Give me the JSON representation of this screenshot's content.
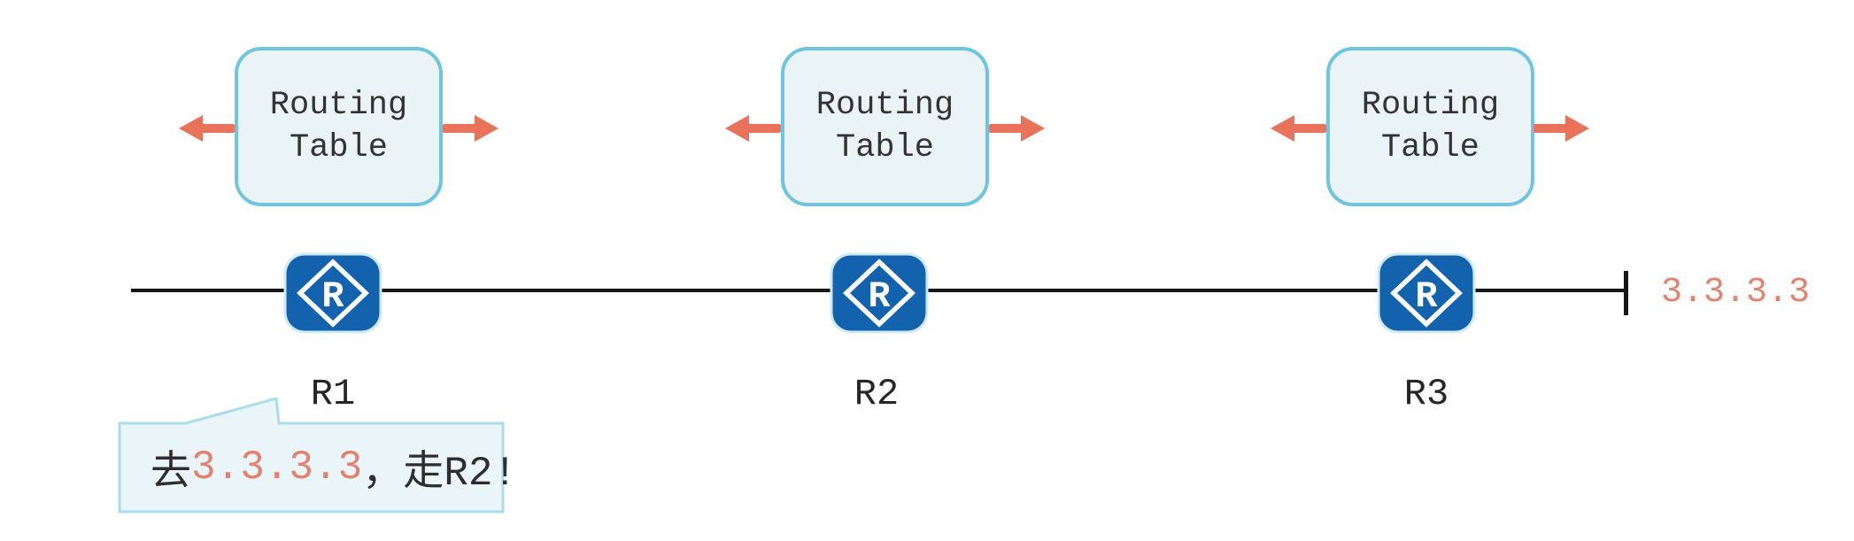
{
  "colors": {
    "accent": "#e8735a",
    "ip_text": "#e2826f",
    "router_blue": "#1262ae",
    "router_glow": "#cfe9f5",
    "box_border": "#6ec5e0",
    "box_fill": "#eaf4f7",
    "bubble_border": "#abdcec",
    "bubble_fill": "#e9f5f9",
    "line": "#161616",
    "text_dark": "#333333",
    "label_dark": "#262626",
    "bubble_text": "#2e2e2e"
  },
  "link": {
    "endpoint_label": "3.3.3.3"
  },
  "routers": [
    {
      "name": "R1",
      "icon_letter": "R",
      "table_label": "Routing Table"
    },
    {
      "name": "R2",
      "icon_letter": "R",
      "table_label": "Routing Table"
    },
    {
      "name": "R3",
      "icon_letter": "R",
      "table_label": "Routing Table"
    }
  ],
  "bubble": {
    "prefix": "去",
    "ip": "3.3.3.3",
    "suffix": "，走R2!"
  }
}
